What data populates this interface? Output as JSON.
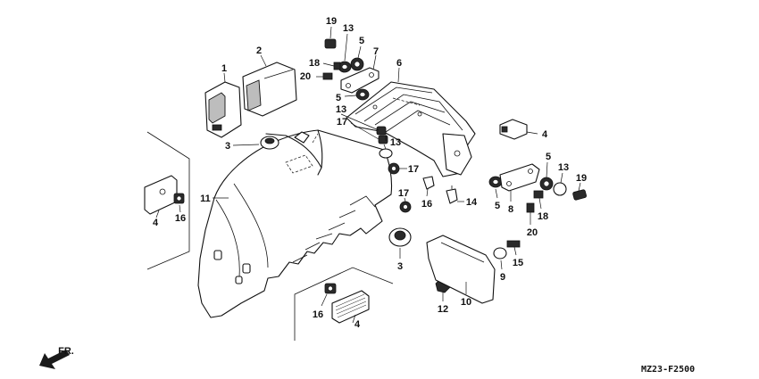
{
  "diagram": {
    "code": "MZ23-F2500",
    "direction_label": "FR.",
    "part_labels": [
      {
        "id": "c1",
        "text": "19"
      },
      {
        "id": "c2",
        "text": "13"
      },
      {
        "id": "c3",
        "text": "5"
      },
      {
        "id": "c4",
        "text": "7"
      },
      {
        "id": "c5",
        "text": "2"
      },
      {
        "id": "c6",
        "text": "18"
      },
      {
        "id": "c7",
        "text": "20"
      },
      {
        "id": "c8",
        "text": "6"
      },
      {
        "id": "c9",
        "text": "1"
      },
      {
        "id": "c10",
        "text": "5"
      },
      {
        "id": "c11",
        "text": "13"
      },
      {
        "id": "c12",
        "text": "17"
      },
      {
        "id": "c13",
        "text": "4"
      },
      {
        "id": "c14",
        "text": "3"
      },
      {
        "id": "c15",
        "text": "13"
      },
      {
        "id": "c16",
        "text": "17"
      },
      {
        "id": "c17",
        "text": "5"
      },
      {
        "id": "c18",
        "text": "13"
      },
      {
        "id": "c19",
        "text": "19"
      },
      {
        "id": "c20",
        "text": "11"
      },
      {
        "id": "c21",
        "text": "17"
      },
      {
        "id": "c22",
        "text": "14"
      },
      {
        "id": "c23",
        "text": "16"
      },
      {
        "id": "c24",
        "text": "5"
      },
      {
        "id": "c25",
        "text": "8"
      },
      {
        "id": "c26",
        "text": "18"
      },
      {
        "id": "c27",
        "text": "4"
      },
      {
        "id": "c28",
        "text": "16"
      },
      {
        "id": "c29",
        "text": "20"
      },
      {
        "id": "c30",
        "text": "3"
      },
      {
        "id": "c31",
        "text": "15"
      },
      {
        "id": "c32",
        "text": "9"
      },
      {
        "id": "c33",
        "text": "10"
      },
      {
        "id": "c34",
        "text": "12"
      },
      {
        "id": "c35",
        "text": "16"
      },
      {
        "id": "c36",
        "text": "4"
      }
    ]
  }
}
